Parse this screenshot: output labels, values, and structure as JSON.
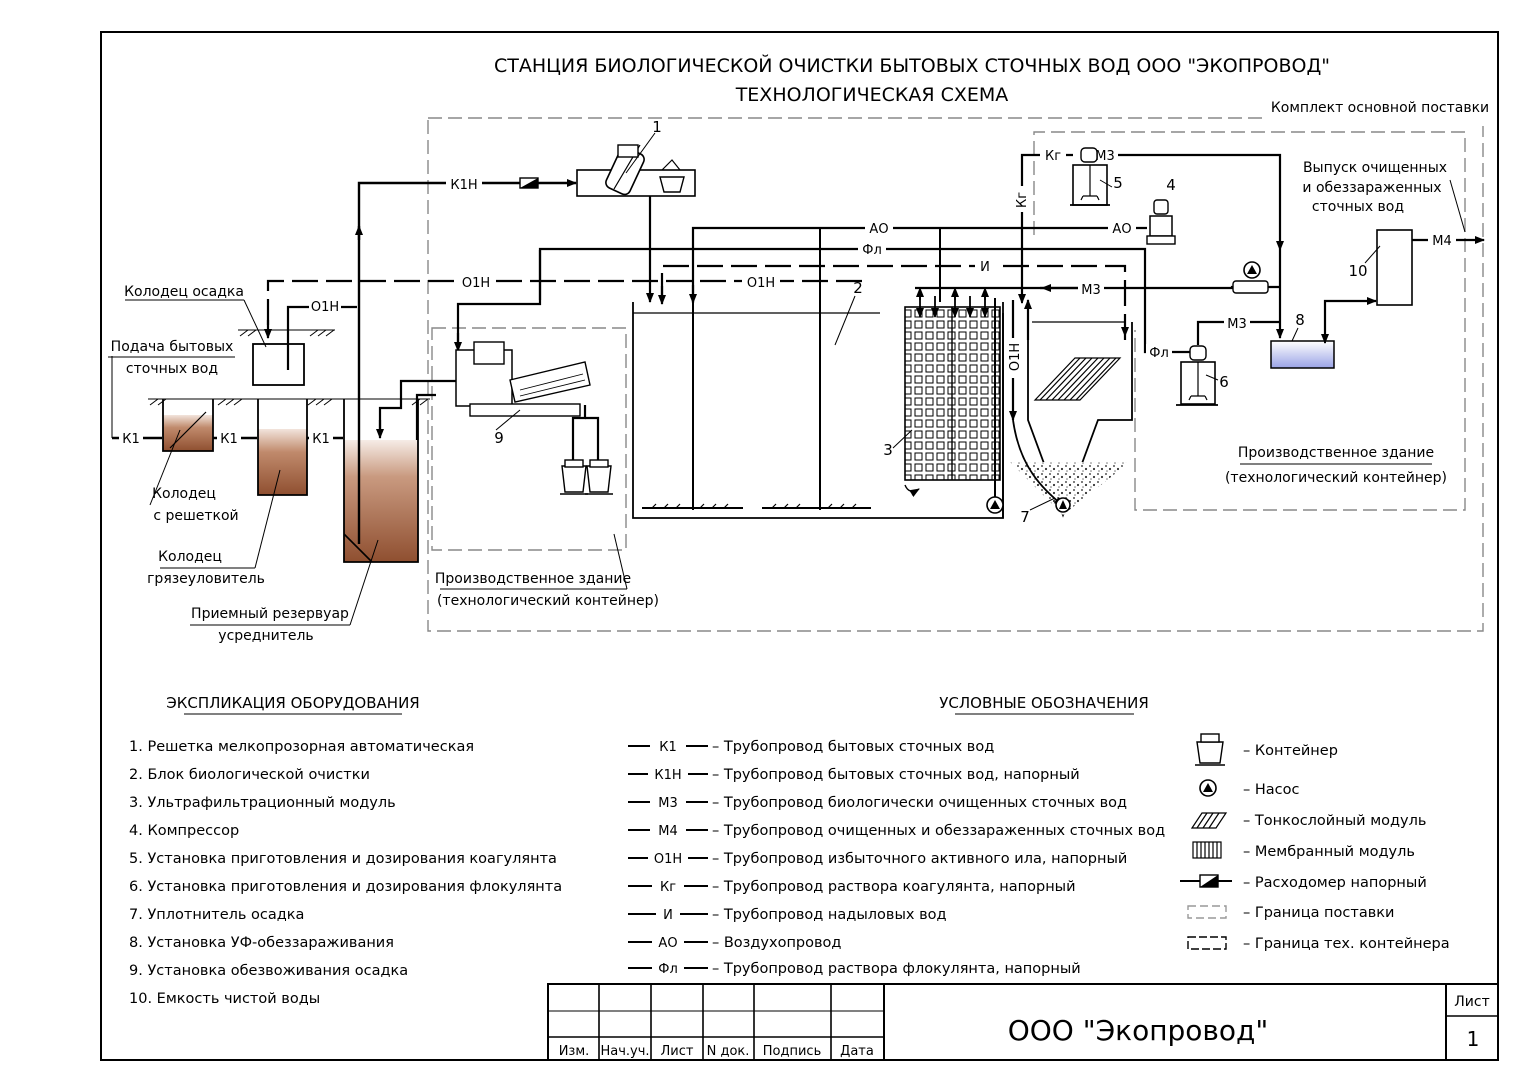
{
  "title": {
    "line1": "СТАНЦИЯ БИОЛОГИЧЕСКОЙ ОЧИСТКИ БЫТОВЫХ СТОЧНЫХ ВОД ООО \"ЭКОПРОВОД\"",
    "line2": "ТЕХНОЛОГИЧЕСКАЯ СХЕМА"
  },
  "scheme": {
    "komplekt": "Комплект основной поставки",
    "vypusk": [
      "Выпуск очищенных",
      "и обеззараженных",
      "сточных вод"
    ],
    "kolodec_osadka": "Колодец осадка",
    "podacha": [
      "Подача бытовых",
      "сточных вод"
    ],
    "kolodec_reshetka": [
      "Колодец",
      "с решеткой"
    ],
    "kolodec_gryaz": [
      "Колодец",
      "грязеуловитель"
    ],
    "priemny": [
      "Приемный резервуар",
      "усреднитель"
    ],
    "building_left": [
      "Производственное здание",
      "(технологический контейнер)"
    ],
    "building_right": [
      "Производственное здание",
      "(технологический контейнер)"
    ],
    "codes": {
      "k1": "К1",
      "k1n": "К1Н",
      "o1n": "О1Н",
      "ao": "АО",
      "fl": "Фл",
      "i": "И",
      "m3": "М3",
      "m4": "М4",
      "kg": "Кг"
    },
    "numbers": [
      "1",
      "2",
      "3",
      "4",
      "5",
      "6",
      "7",
      "8",
      "9",
      "10"
    ]
  },
  "explication": {
    "heading": "ЭКСПЛИКАЦИЯ ОБОРУДОВАНИЯ",
    "items": [
      "1. Решетка мелкопрозорная автоматическая",
      "2. Блок биологической очистки",
      "3. Ультрафильтрационный модуль",
      "4. Компрессор",
      "5. Установка приготовления и дозирования коагулянта",
      "6. Установка приготовления и дозирования флокулянта",
      "7. Уплотнитель осадка",
      "8. Установка УФ-обеззараживания",
      "9. Установка обезвоживания осадка",
      "10. Емкость чистой воды"
    ]
  },
  "legend": {
    "heading": "УСЛОВНЫЕ ОБОЗНАЧЕНИЯ",
    "pipes": [
      {
        "code": "К1",
        "text": "– Трубопровод бытовых сточных вод"
      },
      {
        "code": "К1Н",
        "text": "– Трубопровод бытовых сточных вод, напорный"
      },
      {
        "code": "М3",
        "text": "– Трубопровод биологически очищенных сточных вод"
      },
      {
        "code": "М4",
        "text": "– Трубопровод очищенных и обеззараженных сточных вод"
      },
      {
        "code": "О1Н",
        "text": "– Трубопровод избыточного активного ила, напорный"
      },
      {
        "code": "Кг",
        "text": "– Трубопровод раствора коагулянта, напорный"
      },
      {
        "code": "И",
        "text": "– Трубопровод надыловых вод"
      },
      {
        "code": "АО",
        "text": "– Воздухопровод"
      },
      {
        "code": "Фл",
        "text": "– Трубопровод раствора флокулянта, напорный"
      }
    ],
    "symbols": [
      {
        "icon": "container-icon",
        "text": "– Контейнер"
      },
      {
        "icon": "pump-icon",
        "text": "– Насос"
      },
      {
        "icon": "lamella-module-icon",
        "text": "– Тонкослойный модуль"
      },
      {
        "icon": "membrane-module-icon",
        "text": "– Мембранный модуль"
      },
      {
        "icon": "flowmeter-icon",
        "text": "– Расходомер напорный"
      },
      {
        "icon": "supply-boundary-icon",
        "text": "– Граница поставки"
      },
      {
        "icon": "container-boundary-icon",
        "text": "– Граница тех. контейнера"
      }
    ]
  },
  "stamp": {
    "columns": [
      "Изм.",
      "Нач.уч.",
      "Лист",
      "N док.",
      "Подпись",
      "Дата"
    ],
    "company": "ООО \"Экопровод\"",
    "sheet_label": "Лист",
    "sheet_number": "1"
  },
  "colors": {
    "ink": "#000000",
    "sludge": "#9a5a3c",
    "uv_water": "#9aa3e6"
  }
}
